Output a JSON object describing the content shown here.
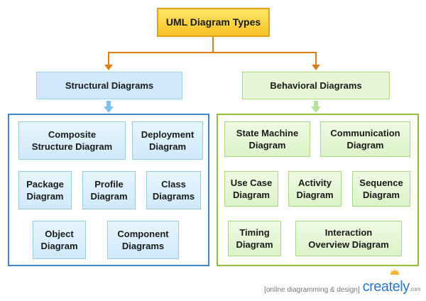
{
  "title": "UML Diagram Types",
  "structural": {
    "heading": "Structural Diagrams",
    "items": [
      "Composite\nStructure Diagram",
      "Deployment\nDiagram",
      "Package\nDiagram",
      "Profile\nDiagram",
      "Class\nDiagrams",
      "Object\nDiagram",
      "Component\nDiagrams"
    ]
  },
  "behavioral": {
    "heading": "Behavioral Diagrams",
    "items": [
      "State Machine\nDiagram",
      "Communication\nDiagram",
      "Use Case\nDiagram",
      "Activity\nDiagram",
      "Sequence\nDiagram",
      "Timing\nDiagram",
      "Interaction\nOverview Diagram"
    ]
  },
  "footer": {
    "tagline": "[online diagramming & design]",
    "brand": "creately",
    "brand_suffix": ".com"
  },
  "colors": {
    "connector": "#e07b1a",
    "structural_accent": "#3f87c9",
    "behavioral_accent": "#8fbc3a"
  }
}
